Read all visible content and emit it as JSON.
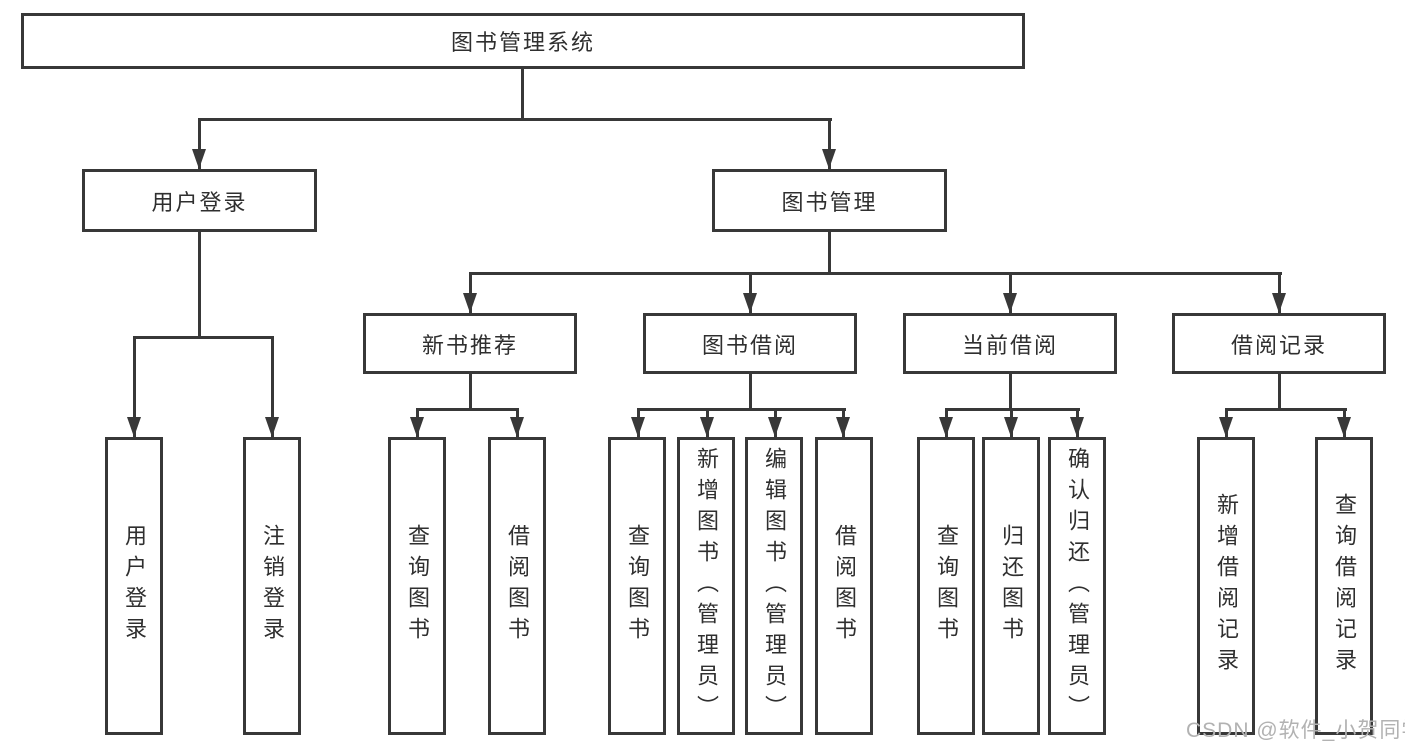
{
  "tree": {
    "label": "图书管理系统",
    "children": [
      {
        "label": "用户登录",
        "children": [
          {
            "label": "用户登录"
          },
          {
            "label": "注销登录"
          }
        ]
      },
      {
        "label": "图书管理",
        "children": [
          {
            "label": "新书推荐",
            "children": [
              {
                "label": "查询图书"
              },
              {
                "label": "借阅图书"
              }
            ]
          },
          {
            "label": "图书借阅",
            "children": [
              {
                "label": "查询图书"
              },
              {
                "label": "新增图书（管理员）"
              },
              {
                "label": "编辑图书（管理员）"
              },
              {
                "label": "借阅图书"
              }
            ]
          },
          {
            "label": "当前借阅",
            "children": [
              {
                "label": "查询图书"
              },
              {
                "label": "归还图书"
              },
              {
                "label": "确认归还（管理员）"
              }
            ]
          },
          {
            "label": "借阅记录",
            "children": [
              {
                "label": "新增借阅记录"
              },
              {
                "label": "查询借阅记录"
              }
            ]
          }
        ]
      }
    ]
  },
  "watermark": "CSDN @软件_小贺同学",
  "colors": {
    "line": "#383838",
    "text": "#2f2f2f",
    "watermark": "#b2b2b2",
    "background": "#ffffff"
  }
}
